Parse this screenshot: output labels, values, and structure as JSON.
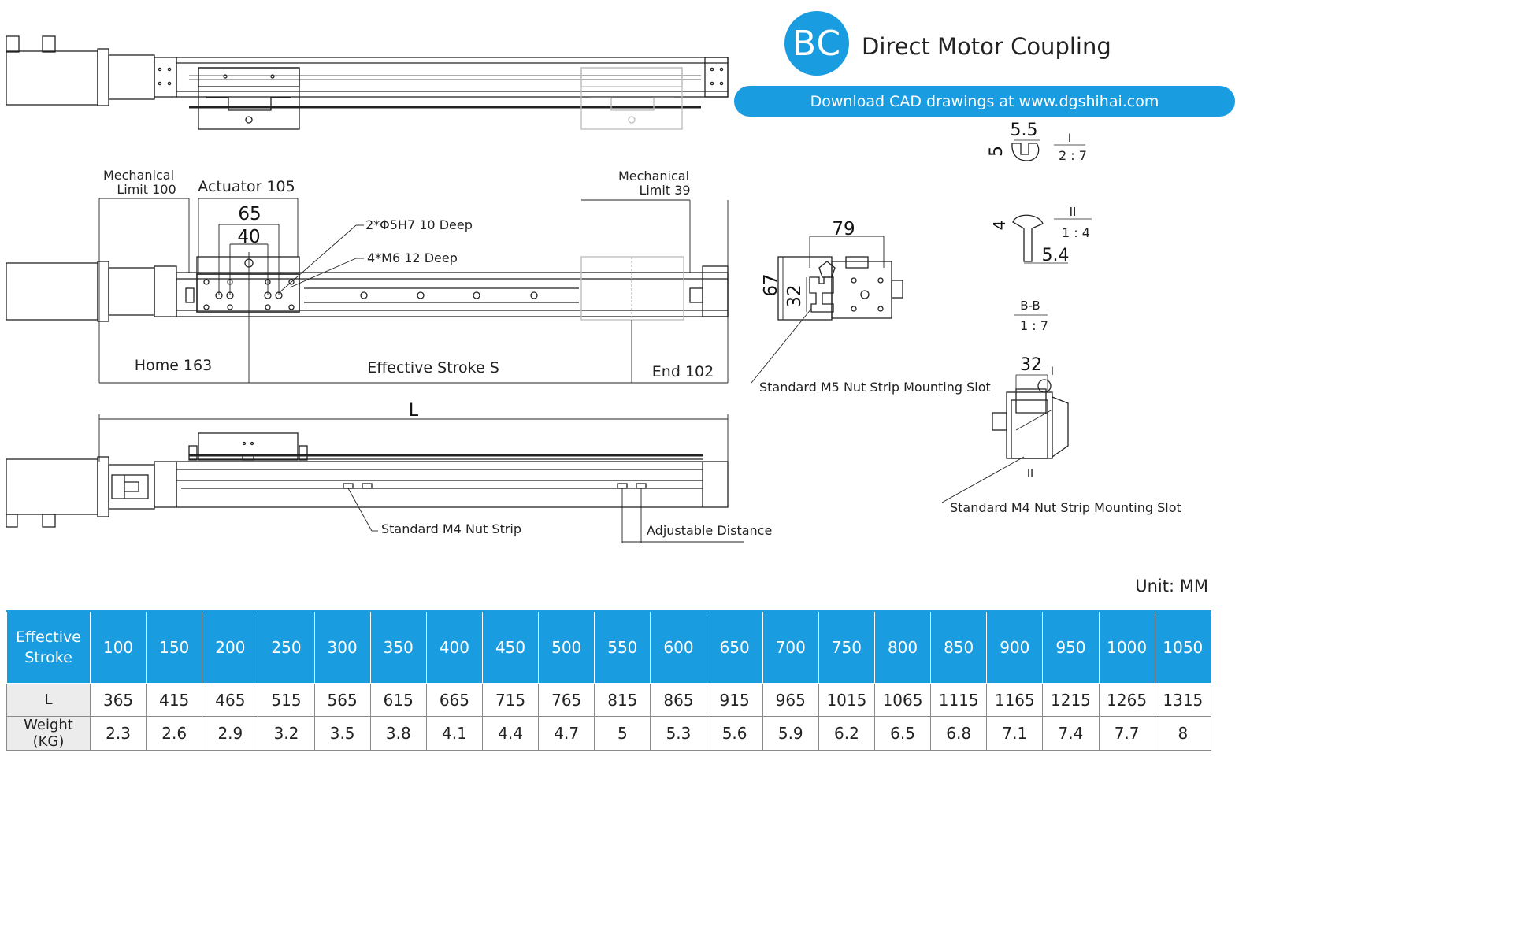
{
  "header": {
    "badge": "BC",
    "title": "Direct Motor Coupling",
    "download_text": "Download CAD drawings at www.dgshihai.com"
  },
  "labels": {
    "mech_limit_left_1": "Mechanical",
    "mech_limit_left_2": "Limit 100",
    "actuator": "Actuator 105",
    "dim_65": "65",
    "dim_40": "40",
    "hole_spec_1": "2*Φ5H7  10 Deep",
    "hole_spec_2": "4*M6  12 Deep",
    "mech_limit_right_1": "Mechanical",
    "mech_limit_right_2": "Limit 39",
    "home": "Home 163",
    "effective_stroke": "Effective Stroke S",
    "end": "End 102",
    "length": "L",
    "m4_nut_strip": "Standard M4 Nut Strip",
    "adjustable": "Adjustable Distance",
    "dim_79": "79",
    "dim_67": "67",
    "dim_32_side": "32",
    "m5_slot": "Standard M5 Nut Strip Mounting Slot",
    "detail_i_55": "5.5",
    "detail_i_5": "5",
    "detail_i_mark": "I",
    "detail_i_scale": "2 : 7",
    "detail_ii_4": "4",
    "detail_ii_mark": "II",
    "detail_ii_scale": "1 : 4",
    "detail_ii_54": "5.4",
    "section_bb": "B-B",
    "section_bb_scale": "1 : 7",
    "dim_32_section": "32",
    "section_mark_i": "I",
    "section_mark_ii": "II",
    "m4_slot": "Standard M4 Nut Strip Mounting Slot"
  },
  "unit": "Unit: MM",
  "table": {
    "header_label": [
      "Effective",
      "Stroke"
    ],
    "strokes": [
      "100",
      "150",
      "200",
      "250",
      "300",
      "350",
      "400",
      "450",
      "500",
      "550",
      "600",
      "650",
      "700",
      "750",
      "800",
      "850",
      "900",
      "950",
      "1000",
      "1050"
    ],
    "rows": [
      {
        "label": "L",
        "values": [
          "365",
          "415",
          "465",
          "515",
          "565",
          "615",
          "665",
          "715",
          "765",
          "815",
          "865",
          "915",
          "965",
          "1015",
          "1065",
          "1115",
          "1165",
          "1215",
          "1265",
          "1315"
        ]
      },
      {
        "label": "Weight (KG)",
        "values": [
          "2.3",
          "2.6",
          "2.9",
          "3.2",
          "3.5",
          "3.8",
          "4.1",
          "4.4",
          "4.7",
          "5",
          "5.3",
          "5.6",
          "5.9",
          "6.2",
          "6.5",
          "6.8",
          "7.1",
          "7.4",
          "7.7",
          "8"
        ]
      }
    ]
  },
  "colors": {
    "accent": "#1a9de0"
  }
}
